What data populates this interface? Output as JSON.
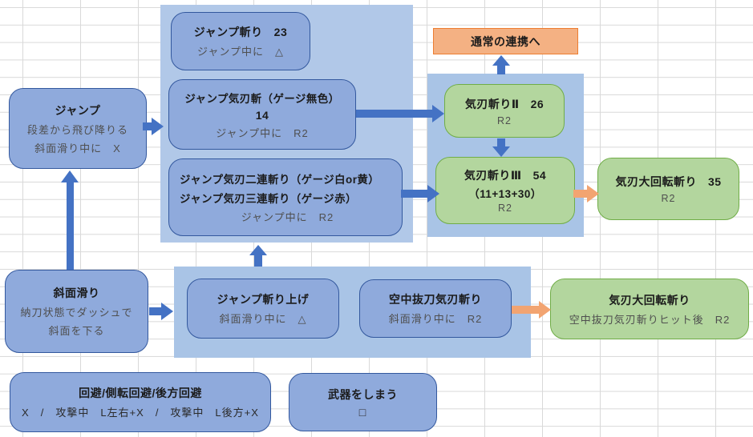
{
  "palette": {
    "blue_box_fill": "#8faadc",
    "blue_box_border": "#33589e",
    "group_fill": "#b1c8e8",
    "green_box_fill": "#b3d69e",
    "green_box_border": "#70ad47",
    "orange_fill": "#f4b183",
    "orange_border": "#ed7d31",
    "arrow_blue": "#4472c4",
    "arrow_orange": "#f2a471",
    "grid_line": "#d9d9d9"
  },
  "nodes": {
    "jump_slash": {
      "name": "ジャンプ斬り",
      "value": "23",
      "sub": "ジャンプ中に　△"
    },
    "jump_spirit_slash": {
      "name": "ジャンプ気刃斬（ゲージ無色）",
      "value": "14",
      "sub": "ジャンプ中に　R2"
    },
    "jump_spirit_combo": {
      "line1": "ジャンプ気刃二連斬り（ゲージ白or黄）",
      "line2": "ジャンプ気刃三連斬り（ゲージ赤）",
      "sub": "ジャンプ中に　R2"
    },
    "jump": {
      "name": "ジャンプ",
      "sub1": "段差から飛び降りる",
      "sub2": "斜面滑り中に　X"
    },
    "normal_combo_label": {
      "text": "通常の連携へ"
    },
    "spirit_slash_2": {
      "name": "気刃斬りⅡ",
      "value": "26",
      "sub": "R2"
    },
    "spirit_slash_3": {
      "name": "気刃斬りⅢ",
      "value": "54",
      "formula": "（11+13+30）",
      "sub": "R2"
    },
    "spirit_roundslash": {
      "name": "気刃大回転斬り",
      "value": "35",
      "sub": "R2"
    },
    "slope_slide": {
      "name": "斜面滑り",
      "sub1": "納刀状態でダッシュで",
      "sub2": "斜面を下る"
    },
    "jump_rising_slash": {
      "name": "ジャンプ斬り上げ",
      "sub": "斜面滑り中に　△"
    },
    "midair_draw_spirit": {
      "name": "空中抜刀気刃斬り",
      "sub": "斜面滑り中に　R2"
    },
    "spirit_roundslash_air": {
      "name": "気刃大回転斬り",
      "sub": "空中抜刀気刃斬りヒット後　R2"
    },
    "evade": {
      "name": "回避/側転回避/後方回避",
      "sub": "X　/　攻撃中　L左右+X　/　攻撃中　L後方+X"
    },
    "sheathe": {
      "name": "武器をしまう",
      "sub": "□"
    }
  }
}
